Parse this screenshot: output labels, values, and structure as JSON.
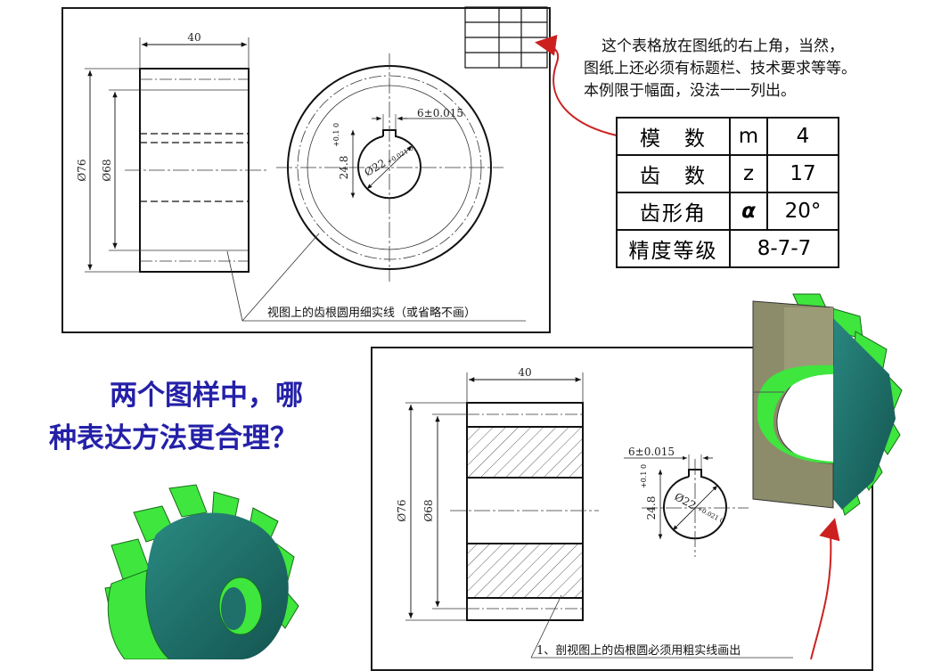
{
  "note": {
    "line1": "这个表格放在图纸的右上角，当然，",
    "line2": "图纸上还必须有标题栏、技术要求等等。",
    "line3": "本例限于幅面，没法一一列出。"
  },
  "question": {
    "line1": "两个图样中，哪",
    "line2": "种表达方法更合理？"
  },
  "params_table": {
    "rows": [
      {
        "name": "模　数",
        "symbol": "m",
        "value": "4"
      },
      {
        "name": "齿　数",
        "symbol": "z",
        "value": "17"
      },
      {
        "name": "齿形角",
        "symbol": "α",
        "value": "20°"
      },
      {
        "name": "精度等级",
        "value": "8-7-7"
      }
    ]
  },
  "top_drawing": {
    "dim_width": "40",
    "dim_outer": "Ø76",
    "dim_root": "Ø68",
    "dim_keyway": "6±0.015",
    "dim_keyheight": "24.8",
    "dim_keyheight_tol": "+0.1 0",
    "dim_bore": "Ø22",
    "dim_bore_tol": "+0.021 0",
    "leader_note": "视图上的齿根圆用细实线（或省略不画）"
  },
  "bottom_drawing": {
    "dim_width": "40",
    "dim_outer": "Ø76",
    "dim_root": "Ø68",
    "dim_keyway": "6±0.015",
    "dim_keyheight": "24.8",
    "dim_keyheight_tol": "+0.1 0",
    "dim_bore": "Ø22",
    "dim_bore_tol": "+0.021 0",
    "leader_note": "1、剖视图上的齿根圆必须用粗实线画出"
  },
  "colors": {
    "gear_green": "#3ee63e",
    "gear_teal": "#1f6f6a",
    "arrow_red": "#cc2020",
    "question_blue": "#2420a8",
    "cut_face": "#8c8c6a"
  }
}
